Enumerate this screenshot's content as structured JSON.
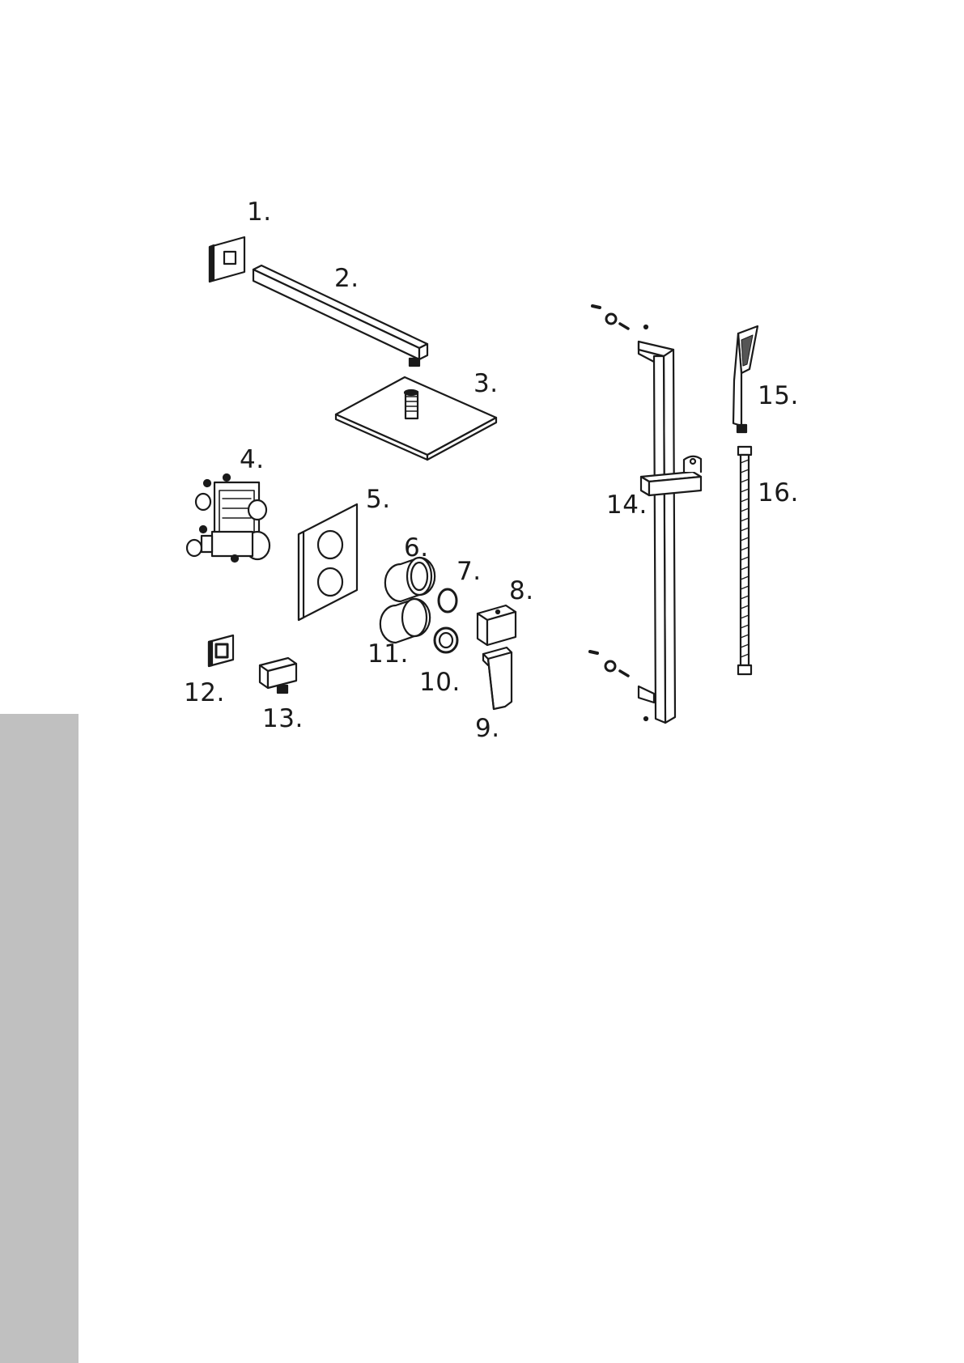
{
  "colors": {
    "line": "#1a1a1a",
    "side_tab": "#c0c0c0",
    "paper": "#ffffff"
  },
  "parts": [
    {
      "label": "1.",
      "part": "wall-flange-icon"
    },
    {
      "label": "2.",
      "part": "shower-arm-icon"
    },
    {
      "label": "3.",
      "part": "rain-shower-head-icon"
    },
    {
      "label": "4.",
      "part": "thermostatic-valve-body-icon"
    },
    {
      "label": "5.",
      "part": "trim-plate-icon"
    },
    {
      "label": "6.",
      "part": "sleeve-icon"
    },
    {
      "label": "7.",
      "part": "o-ring-icon"
    },
    {
      "label": "8.",
      "part": "knob-icon"
    },
    {
      "label": "9.",
      "part": "lever-handle-icon"
    },
    {
      "label": "10.",
      "part": "adapter-ring-icon"
    },
    {
      "label": "11.",
      "part": "sleeve-icon"
    },
    {
      "label": "12.",
      "part": "outlet-flange-icon"
    },
    {
      "label": "13.",
      "part": "wall-outlet-elbow-icon"
    },
    {
      "label": "14.",
      "part": "slide-rail-icon"
    },
    {
      "label": "15.",
      "part": "hand-shower-icon"
    },
    {
      "label": "16.",
      "part": "hose-icon"
    }
  ]
}
